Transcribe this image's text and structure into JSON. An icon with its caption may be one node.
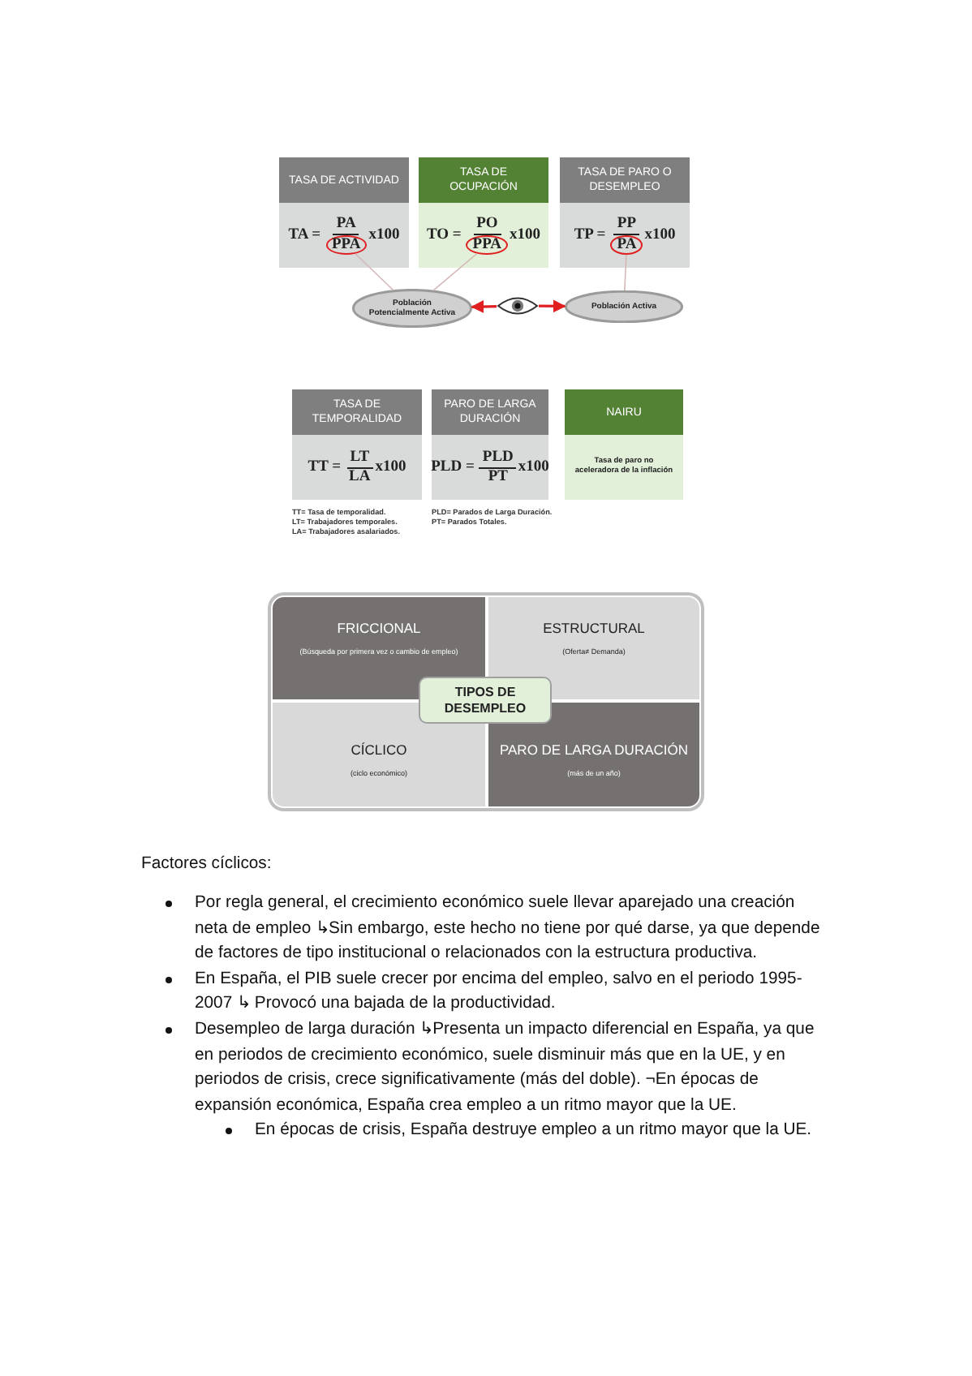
{
  "diagram": {
    "nodes": [
      {
        "text": [
          "TASA DE ACTIVIDAD",
          "TA =",
          "PA",
          "x100"
        ]
      },
      {
        "text": [
          "PPA"
        ],
        "in": 0
      },
      {
        "text": [
          "TASA DE OCUPACIÓN",
          "TO =",
          "PO",
          "x100"
        ]
      },
      {
        "text": [
          "PPA"
        ],
        "in": 2
      },
      {
        "text": [
          "TASA DE  PARO O DESEMPLEO",
          "TP =",
          "PP",
          "x100"
        ]
      },
      {
        "text": [
          "PA"
        ],
        "in": 4
      },
      {
        "text": [
          "Población Potencialmente Activa"
        ]
      },
      {
        "text": [],
        "shape": "eye"
      },
      {
        "text": [
          "Población Activa"
        ]
      },
      {
        "text": [
          "TASA DE TEMPORALIDAD",
          "TT =",
          "LT",
          "LA",
          "x100"
        ]
      },
      {
        "text": [
          "PARO DE LARGA DURACIÓN",
          "PLD =",
          "PLD",
          "PT",
          "x100"
        ]
      },
      {
        "text": [
          "NAIRU",
          "Tasa de paro no aceleradora de la inflación"
        ]
      },
      {
        "text": [
          "FRICCIONAL",
          "(Búsqueda por primera vez o cambio de empleo)"
        ]
      },
      {
        "text": [
          "ESTRUCTURAL",
          "(Oferta≠ Demanda)"
        ]
      },
      {
        "text": [
          "CÍCLICO",
          "(ciclo económico)"
        ]
      },
      {
        "text": [
          "PARO DE LARGA DURACIÓN",
          "(más de un año)"
        ]
      },
      {
        "text": [
          "TIPOS DE DESEMPLEO"
        ]
      }
    ],
    "edges": [
      {
        "from": 1,
        "to": 6,
        "arrow": "none"
      },
      {
        "from": 3,
        "to": 6,
        "arrow": "none"
      },
      {
        "from": 5,
        "to": 8,
        "arrow": "none"
      },
      {
        "from": 7,
        "to": 6,
        "arrow": "to",
        "color": "#e02020"
      },
      {
        "from": 7,
        "to": 8,
        "arrow": "to",
        "color": "#e02020"
      }
    ],
    "labels": [
      "TT= Tasa de temporalidad.",
      "LT= Trabajadores temporales.",
      "LA= Trabajadores asalariados.",
      "PLD= Parados de Larga Duración.",
      "PT= Parados Totales.",
      "Factores cíclicos:",
      "Por regla general, el crecimiento económico suele llevar aparejado una creación neta de empleo ↳Sin embargo, este hecho no tiene por qué darse, ya que depende de factores de tipo institucional o relacionados con la estructura productiva.",
      "En España, el PIB suele crecer por encima del empleo, salvo en el periodo 1995- 2007 ↳ Provocó una bajada de la productividad.",
      "Desempleo de larga duración ↳Presenta un impacto diferencial en España, ya que en periodos de crecimiento económico, suele disminuir más que en la UE, y en periodos de crisis, crece significativamente (más del doble). ¬En épocas de expansión económica, España crea empleo a un ritmo mayor que la UE.",
      "En épocas de crisis, España destruye empleo a un ritmo mayor que la UE."
    ]
  }
}
